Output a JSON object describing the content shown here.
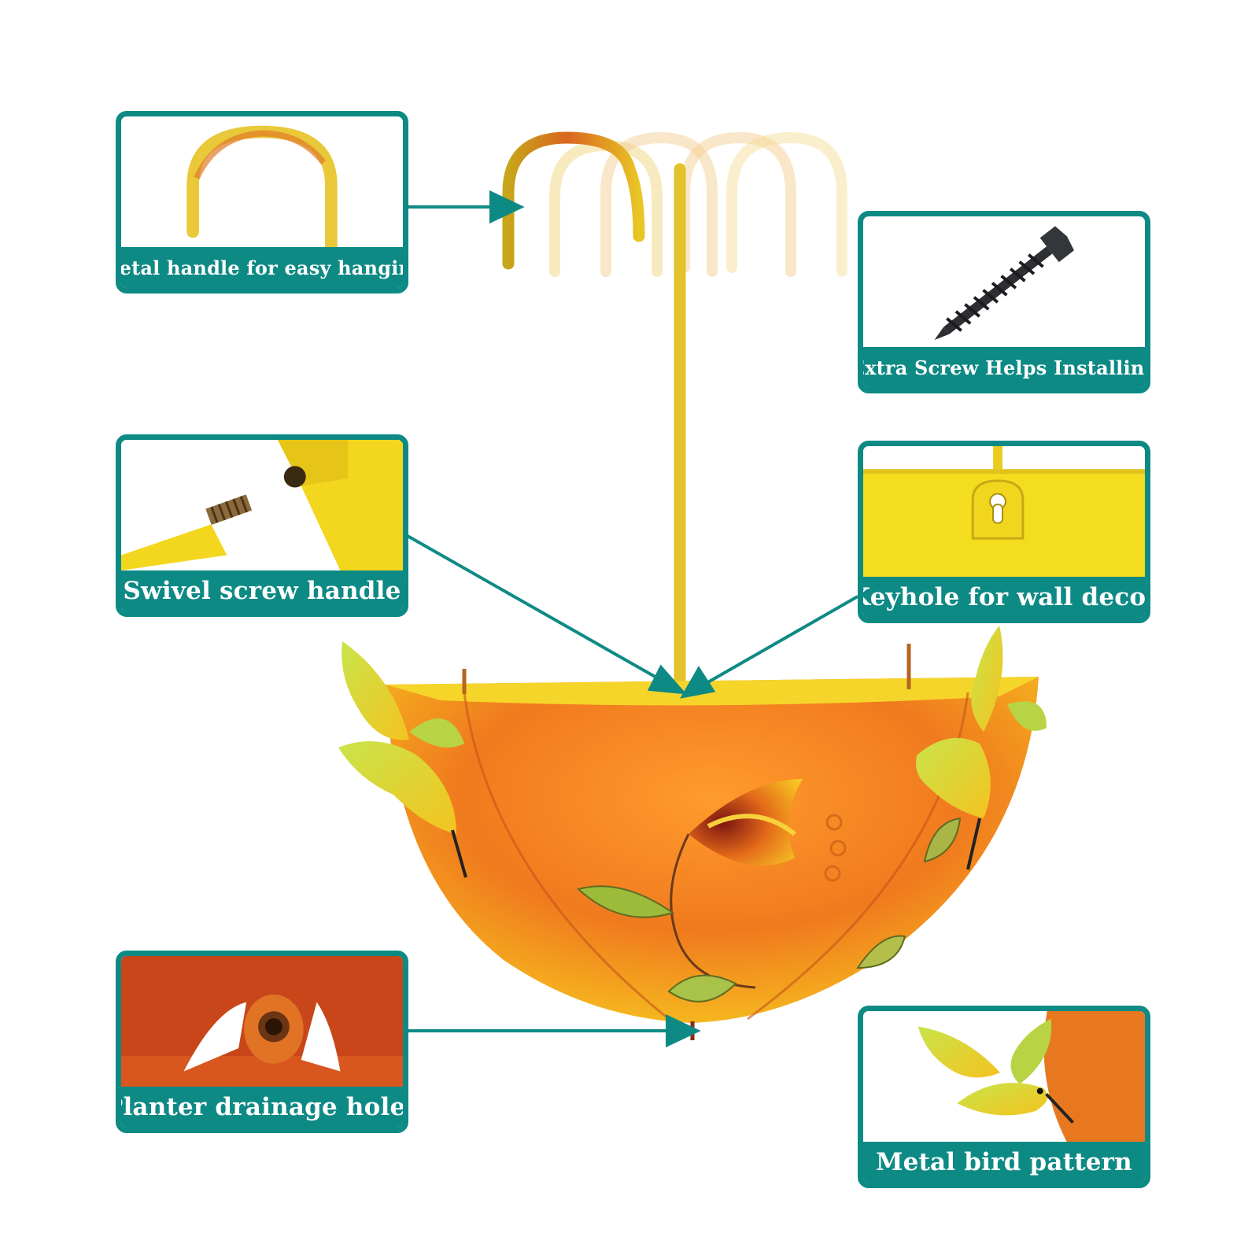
{
  "colors": {
    "accent": "#0e8a85",
    "planter_orange": "#e8731c",
    "planter_yellow": "#f6d21a",
    "leaf_green": "#9dbb3a"
  },
  "callouts": {
    "handle": {
      "caption": "Metal handle for easy hanging",
      "icon": "hook-handle-icon"
    },
    "screw": {
      "caption": "Extra Screw Helps Installing",
      "icon": "screw-icon"
    },
    "swivel": {
      "caption": "Swivel screw handle",
      "icon": "threaded-rod-icon"
    },
    "keyhole": {
      "caption": "Keyhole for wall decor",
      "icon": "keyhole-icon"
    },
    "drainage": {
      "caption": "Planter drainage holes",
      "icon": "drain-hole-icon"
    },
    "bird": {
      "caption": "Metal bird pattern",
      "icon": "hummingbird-icon"
    }
  }
}
